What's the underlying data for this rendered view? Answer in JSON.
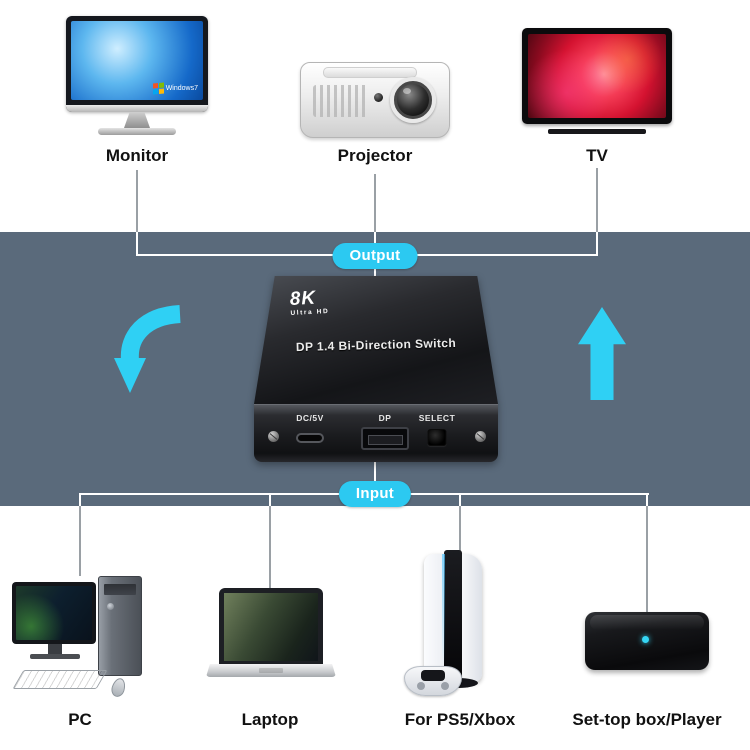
{
  "badges": {
    "output": "Output",
    "input": "Input"
  },
  "output_devices": [
    {
      "label": "Monitor"
    },
    {
      "label": "Projector"
    },
    {
      "label": "TV"
    }
  ],
  "input_devices": [
    {
      "label": "PC"
    },
    {
      "label": "Laptop"
    },
    {
      "label": "For PS5/Xbox"
    },
    {
      "label": "Set-top box/Player"
    }
  ],
  "switch_device": {
    "badge_8k": "8K",
    "badge_8k_sub": "Ultra HD",
    "title": "DP 1.4 Bi-Direction Switch",
    "ports": {
      "power_label": "DC/5V",
      "dp_label": "DP",
      "select_label": "SELECT"
    }
  },
  "monitor_screen": {
    "os_label": "Windows7"
  },
  "colors": {
    "accent_cyan": "#2cc9f1",
    "band_gray": "#5a6a7b",
    "line_white": "#ffffff",
    "line_gray": "#9aa0a5"
  }
}
